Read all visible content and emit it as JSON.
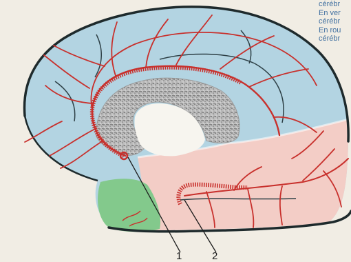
{
  "legend_lines": [
    "cérébr",
    "En ver",
    "cérébr",
    "En rou",
    "cérébr"
  ],
  "callouts": {
    "label_1": "1",
    "label_2": "2"
  },
  "colors": {
    "blue_region": "#b3d4e2",
    "pink_region": "#f3cdc6",
    "green_region": "#83c98c",
    "vessel": "#c8302c",
    "outline": "#1e2a2c",
    "stipple": "#8f8f8f",
    "legend_text": "#3f6fa0",
    "paper": "#f1ede4"
  }
}
